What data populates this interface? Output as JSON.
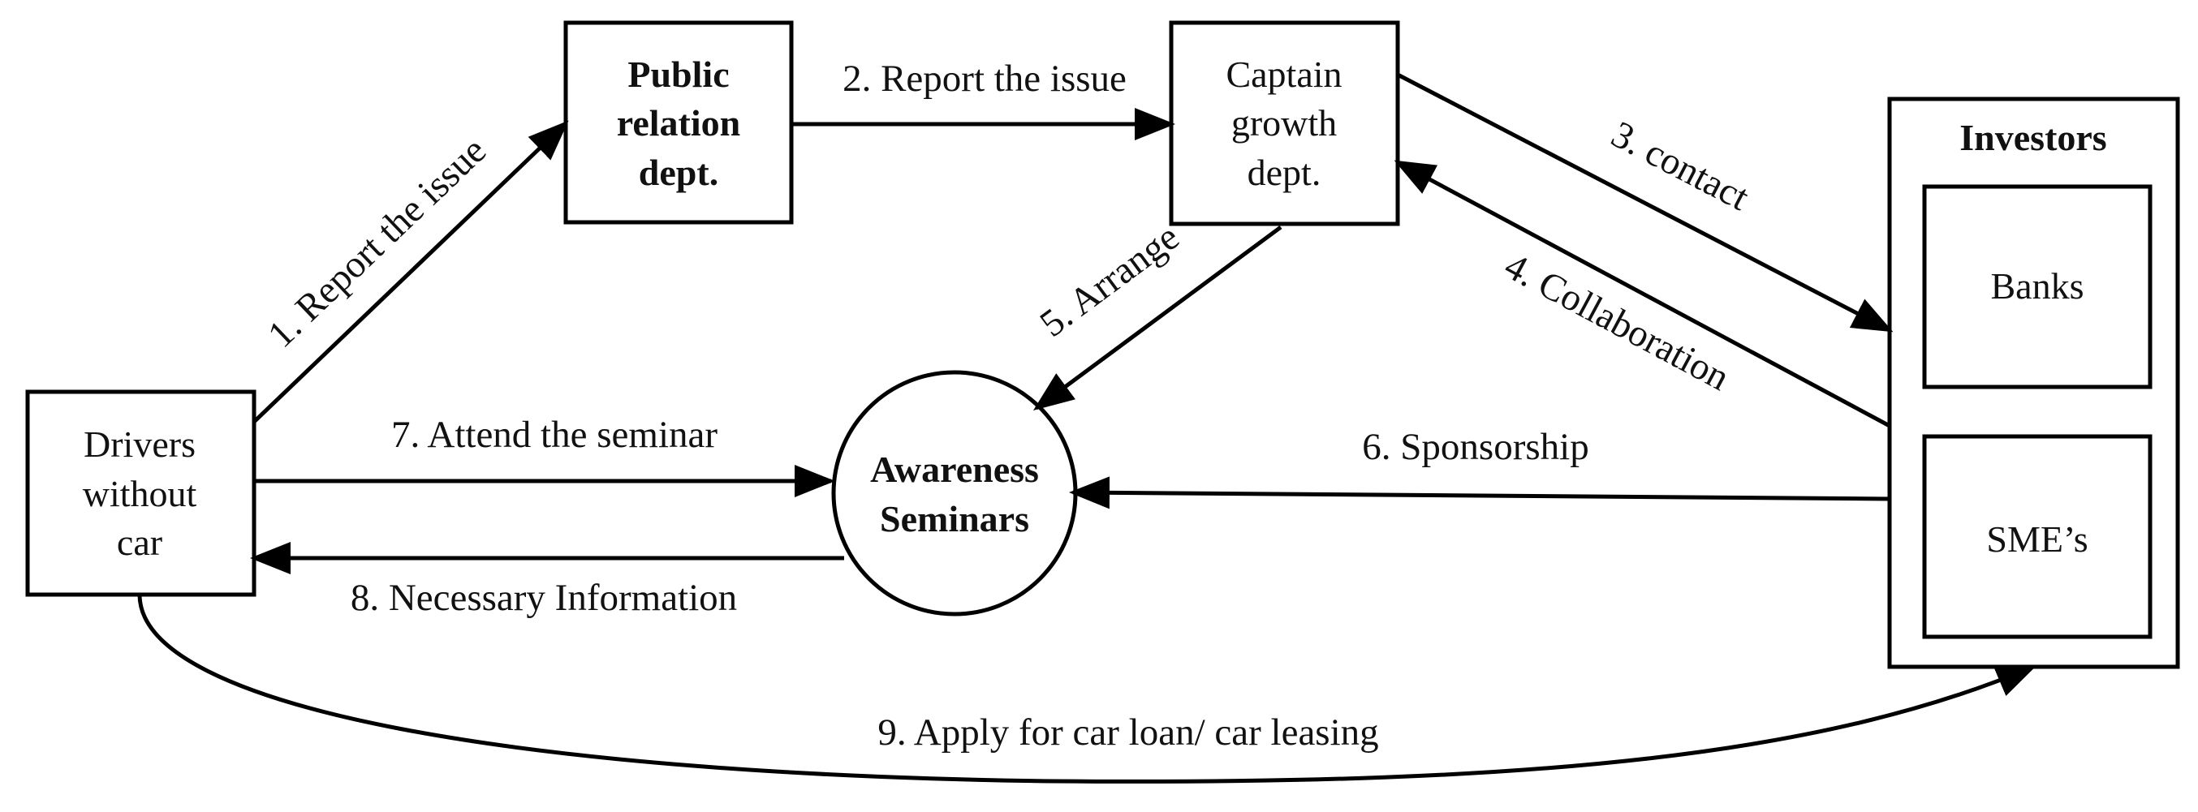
{
  "nodes": {
    "drivers": {
      "lines": [
        "Drivers",
        "without",
        "car"
      ]
    },
    "public_relation": {
      "lines": [
        "Public",
        "relation",
        "dept."
      ]
    },
    "captain_growth": {
      "lines": [
        "Captain",
        "growth",
        "dept."
      ]
    },
    "awareness": {
      "lines": [
        "Awareness",
        "Seminars"
      ]
    },
    "investors": {
      "title": "Investors",
      "banks": "Banks",
      "smes": "SME’s"
    }
  },
  "edges": {
    "e1": "1. Report the issue",
    "e2": "2. Report the issue",
    "e3": "3. contact",
    "e4": "4. Collaboration",
    "e5": "5. Arrange",
    "e6": "6. Sponsorship",
    "e7": "7. Attend the seminar",
    "e8": "8. Necessary Information",
    "e9": "9. Apply for car loan/ car leasing"
  }
}
